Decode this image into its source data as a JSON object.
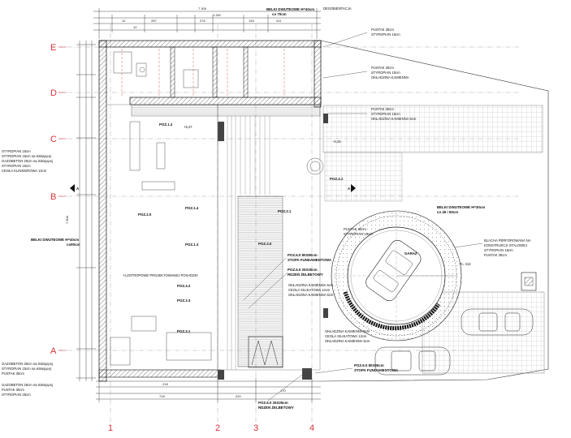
{
  "axes": {
    "rows": [
      "E",
      "D",
      "C",
      "B",
      "A"
    ],
    "cols": [
      "1",
      "2",
      "3",
      "4"
    ]
  },
  "labels": {
    "beams_top": "BELKI DWUTEOWE H=40cm",
    "beams_top_spacing": "co 70cm",
    "beams_left": "BELKI DWUTEOWE H=40cm",
    "beams_left_spacing": "co90cm",
    "beams_right": "BELKI DWUTEOWE H=30cm",
    "beams_right_spacing": "co 45 i 50cm",
    "section_top": "DESOBIENTACJA",
    "notes_right": [
      "PUSTAK 30cm",
      "STYROPIAN 15cm",
      "PUSTAK 30cm",
      "STYROPIAN 15cm",
      "OKŁADZINA KAMIENNA",
      "PUSTAK 30cm",
      "STYROPIAN 15cm",
      "OKŁADZINA KAMIENNA 5cm"
    ],
    "notes_left": [
      "STYROPIAN 15cm",
      "STYROPIAN 15cm na istniejącej",
      "GAZOBETON 25cm na istniejącej",
      "STYROPIAN 15cm",
      "CEGŁA KLINKIEROWA 12cm"
    ],
    "notes_bottom_left": [
      "GAZOBETON 36cm na istniejącej",
      "STYROPIAN 15cm na istniejącej",
      "PUSTAK 30cm",
      "GAZOBETON 25cm na istniejącej",
      "PUSTAK 30cm",
      "STYROPIAN 25cm"
    ],
    "poz": [
      "POZ.1.2",
      "POZ.1.4",
      "POZ.1.3",
      "POZ.2.0",
      "POZ.2.1",
      "POZ.3.0",
      "POZ.4.1",
      "POZ.3.2",
      "POZ.3.3",
      "POZ.3.1"
    ],
    "foundation_1": "POZ.6.0 80X80cm",
    "foundation_1b": "STOPA FUNDAMENTOWA",
    "foundation_2": "POZ.6.0 25X25cm",
    "foundation_2b": "RDZEŃ ŻELBETOWY",
    "foundation_3": "POZ.6.0 80X80cm",
    "foundation_3b": "STOPA FUNDAMENTOWA",
    "foundation_4": "POZ.6.0 25X25cm",
    "foundation_4b": "RDZEŃ ŻELBETOWY",
    "cladding_mid": [
      "OKŁADZINA KAMIENNA 5cm",
      "CEGŁA SILIKATOWA 12cm",
      "OKŁADZINA KAMIENNA 5cm"
    ],
    "cladding_low": [
      "OKŁADZINA KAMIENNA 5cm",
      "CEGŁA SILIKATOWA 12cm",
      "OKŁADZINA KAMIENNA 5cm"
    ],
    "pustak_round": [
      "PUSTAK 30cm",
      "STYROPIAN 15cm"
    ],
    "blacha": [
      "BLACHA PERFOROWANA NA",
      "KONSTRUKCJI STALOWEJ",
      "STYROPIAN 15cm",
      "PUSTAK 30cm"
    ],
    "garaz": "GARAŻ",
    "rmark": "R= 312",
    "slab_note": "H,ZSTROPOWE PROJEKTOWANEJ POSADZKI",
    "dim_top": "7 305",
    "dim_top2": "1 281",
    "dim_left": "7 800",
    "dim_bottom": "718",
    "dim_level": "+6,27",
    "dim_level2": "-0,15",
    "section_mark": "A"
  }
}
